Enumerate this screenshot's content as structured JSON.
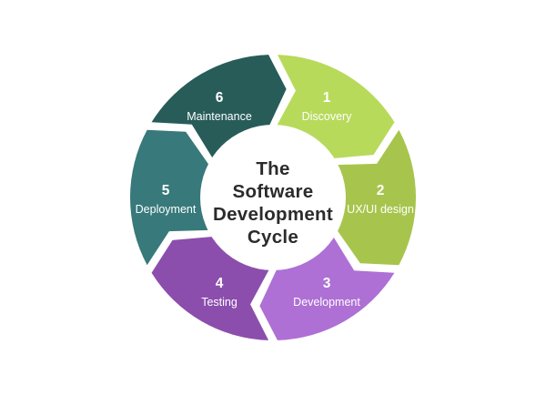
{
  "diagram": {
    "title_lines": [
      "The",
      "Software",
      "Development",
      "Cycle"
    ],
    "title_color": "#2b2b2b",
    "background": "#ffffff",
    "center_fill": "#ffffff",
    "segment_text_color": "#ffffff",
    "flow": "clockwise",
    "segments": [
      {
        "number": "1",
        "label": "Discovery",
        "color": "#b7da5b",
        "start_deg": 0,
        "end_deg": 60
      },
      {
        "number": "2",
        "label": "UX/UI design",
        "color": "#a7c54d",
        "start_deg": 60,
        "end_deg": 120
      },
      {
        "number": "3",
        "label": "Development",
        "color": "#ae70d4",
        "start_deg": 120,
        "end_deg": 180
      },
      {
        "number": "4",
        "label": "Testing",
        "color": "#8c4ead",
        "start_deg": 180,
        "end_deg": 240
      },
      {
        "number": "5",
        "label": "Deployment",
        "color": "#38797b",
        "start_deg": 240,
        "end_deg": 300
      },
      {
        "number": "6",
        "label": "Maintenance",
        "color": "#275c59",
        "start_deg": 300,
        "end_deg": 360
      }
    ]
  }
}
